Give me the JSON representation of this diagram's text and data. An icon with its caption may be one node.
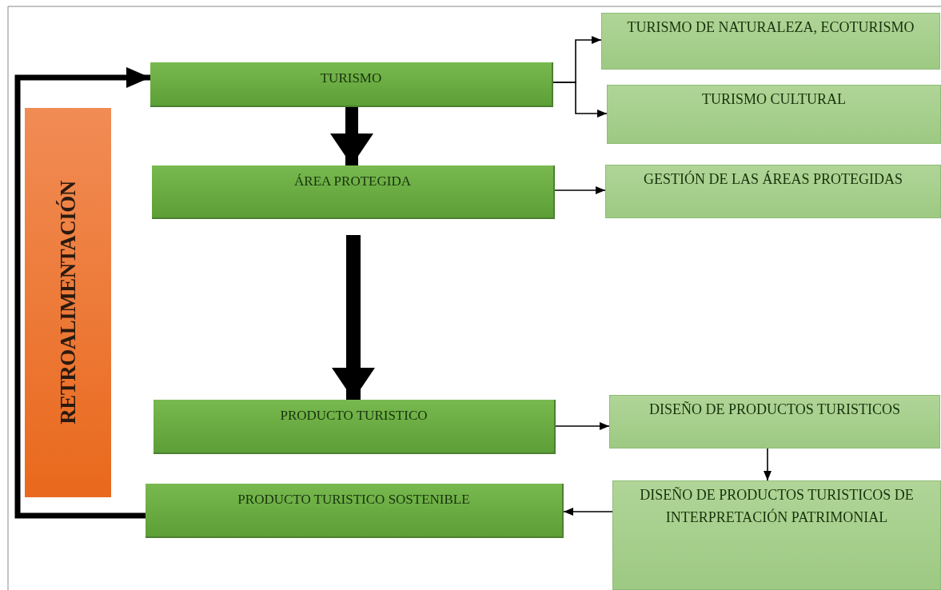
{
  "diagram": {
    "nodes": [
      {
        "text": [
          "TURISMO"
        ]
      },
      {
        "text": [
          "TURISMO DE NATURALEZA, ECOTURISMO"
        ]
      },
      {
        "text": [
          "TURISMO CULTURAL"
        ]
      },
      {
        "text": [
          "ÁREA PROTEGIDA"
        ]
      },
      {
        "text": [
          "GESTIÓN DE LAS ÁREAS PROTEGIDAS"
        ]
      },
      {
        "text": [
          "RETROALIMENTACIÓN"
        ]
      },
      {
        "text": [
          "PRODUCTO TURISTICO"
        ]
      },
      {
        "text": [
          "DISEÑO DE PRODUCTOS TURISTICOS"
        ]
      },
      {
        "text": [
          "PRODUCTO TURISTICO SOSTENIBLE"
        ]
      },
      {
        "text": [
          "DISEÑO DE PRODUCTOS TURISTICOS DE INTERPRETACIÓN PATRIMONIAL"
        ]
      }
    ],
    "edges": [
      {
        "from": 0,
        "to": 3,
        "arrow": "to",
        "style": "thick"
      },
      {
        "from": 3,
        "to": 6,
        "arrow": "to",
        "style": "thick"
      },
      {
        "from": 0,
        "to": 1,
        "arrow": "to"
      },
      {
        "from": 0,
        "to": 2,
        "arrow": "to"
      },
      {
        "from": 3,
        "to": 4,
        "arrow": "to"
      },
      {
        "from": 6,
        "to": 7,
        "arrow": "to"
      },
      {
        "from": 7,
        "to": 9,
        "arrow": "to"
      },
      {
        "from": 9,
        "to": 8,
        "arrow": "to"
      },
      {
        "from": 8,
        "to": 0,
        "arrow": "to",
        "style": "thick"
      }
    ]
  }
}
